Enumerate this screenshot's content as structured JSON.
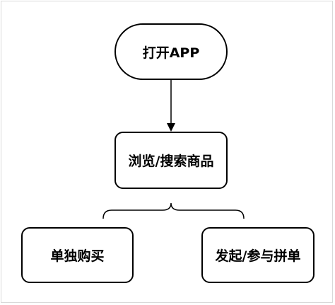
{
  "nodes": {
    "start": "打开APP",
    "browse": "浏览/搜索商品",
    "single": "单独购买",
    "group": "发起/参与拼单"
  }
}
